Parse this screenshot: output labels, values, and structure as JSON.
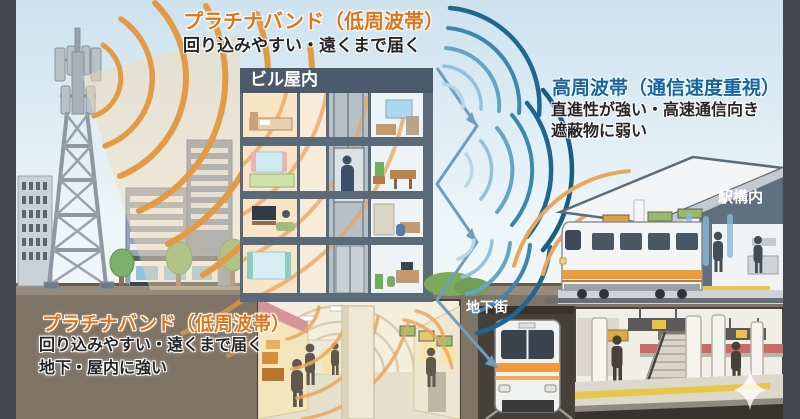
{
  "infographic": {
    "platinum_band_top": {
      "title": "プラチナバンド（低周波帯）",
      "description": "回り込みやすい・遠くまで届く"
    },
    "high_frequency": {
      "title": "高周波帯（通信速度重視）",
      "description_line1": "直進性が強い・高速通信向き",
      "description_line2": "遮蔽物に弱い"
    },
    "platinum_band_bottom": {
      "title": "プラチナバンド（低周波帯）",
      "description_line1": "回り込みやすい・遠くまで届く",
      "description_line2": "地下・屋内に強い"
    },
    "area_labels": {
      "building_interior": "ビル屋内",
      "station": "駅構内",
      "underground_mall": "地下街"
    },
    "colors": {
      "platinum_accent": "#d8771e",
      "high_freq_accent": "#15669f",
      "wave_orange": "#e49a4a",
      "wave_blue": "#2f7fab",
      "panel_slate": "#4d5d6d"
    }
  }
}
